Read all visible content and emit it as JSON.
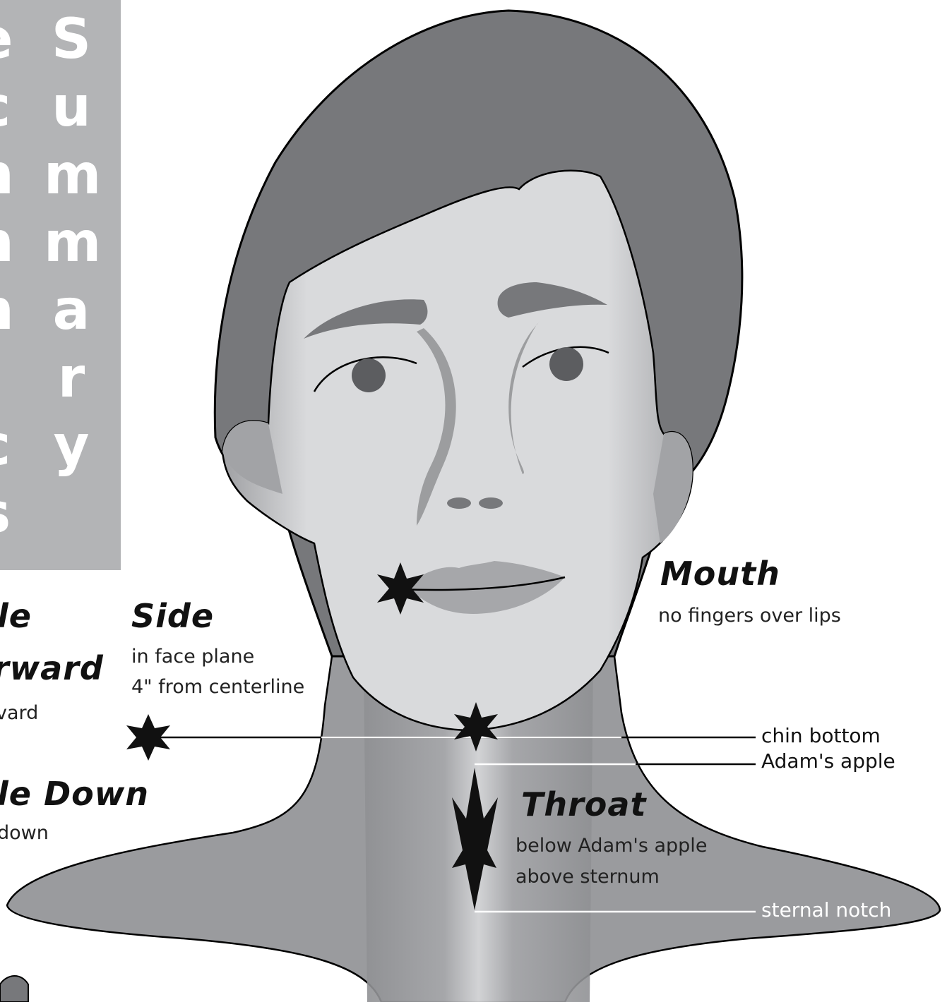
{
  "sidebar": {
    "letters": [
      "S",
      "u",
      "m",
      "m",
      "a",
      "r",
      "y"
    ],
    "partial_letters": [
      "e",
      "c",
      "n",
      "n",
      "n",
      "",
      "c",
      "s"
    ]
  },
  "labels": {
    "mouth": {
      "title": "Mouth",
      "lines": [
        "no fingers over lips"
      ]
    },
    "side": {
      "title": "Side",
      "lines": [
        "in face plane",
        "4\" from centerline"
      ]
    },
    "throat": {
      "title": "Throat",
      "lines": [
        "below Adam's apple",
        "above sternum"
      ]
    },
    "left_partial": {
      "side_fragment": "le",
      "forward_fragment": "rward",
      "forward_sub": "vard",
      "down_fragment": "le Down",
      "down_sub": "down"
    }
  },
  "reference_lines": {
    "chin_bottom": "chin bottom",
    "adams_apple": "Adam's apple",
    "sternal_notch": "sternal notch"
  },
  "colors": {
    "hair": "#77787b",
    "skin": "#d9dadc",
    "neck": "#9b9c9f",
    "sidebar": "#b3b4b6",
    "marker": "#111111"
  }
}
